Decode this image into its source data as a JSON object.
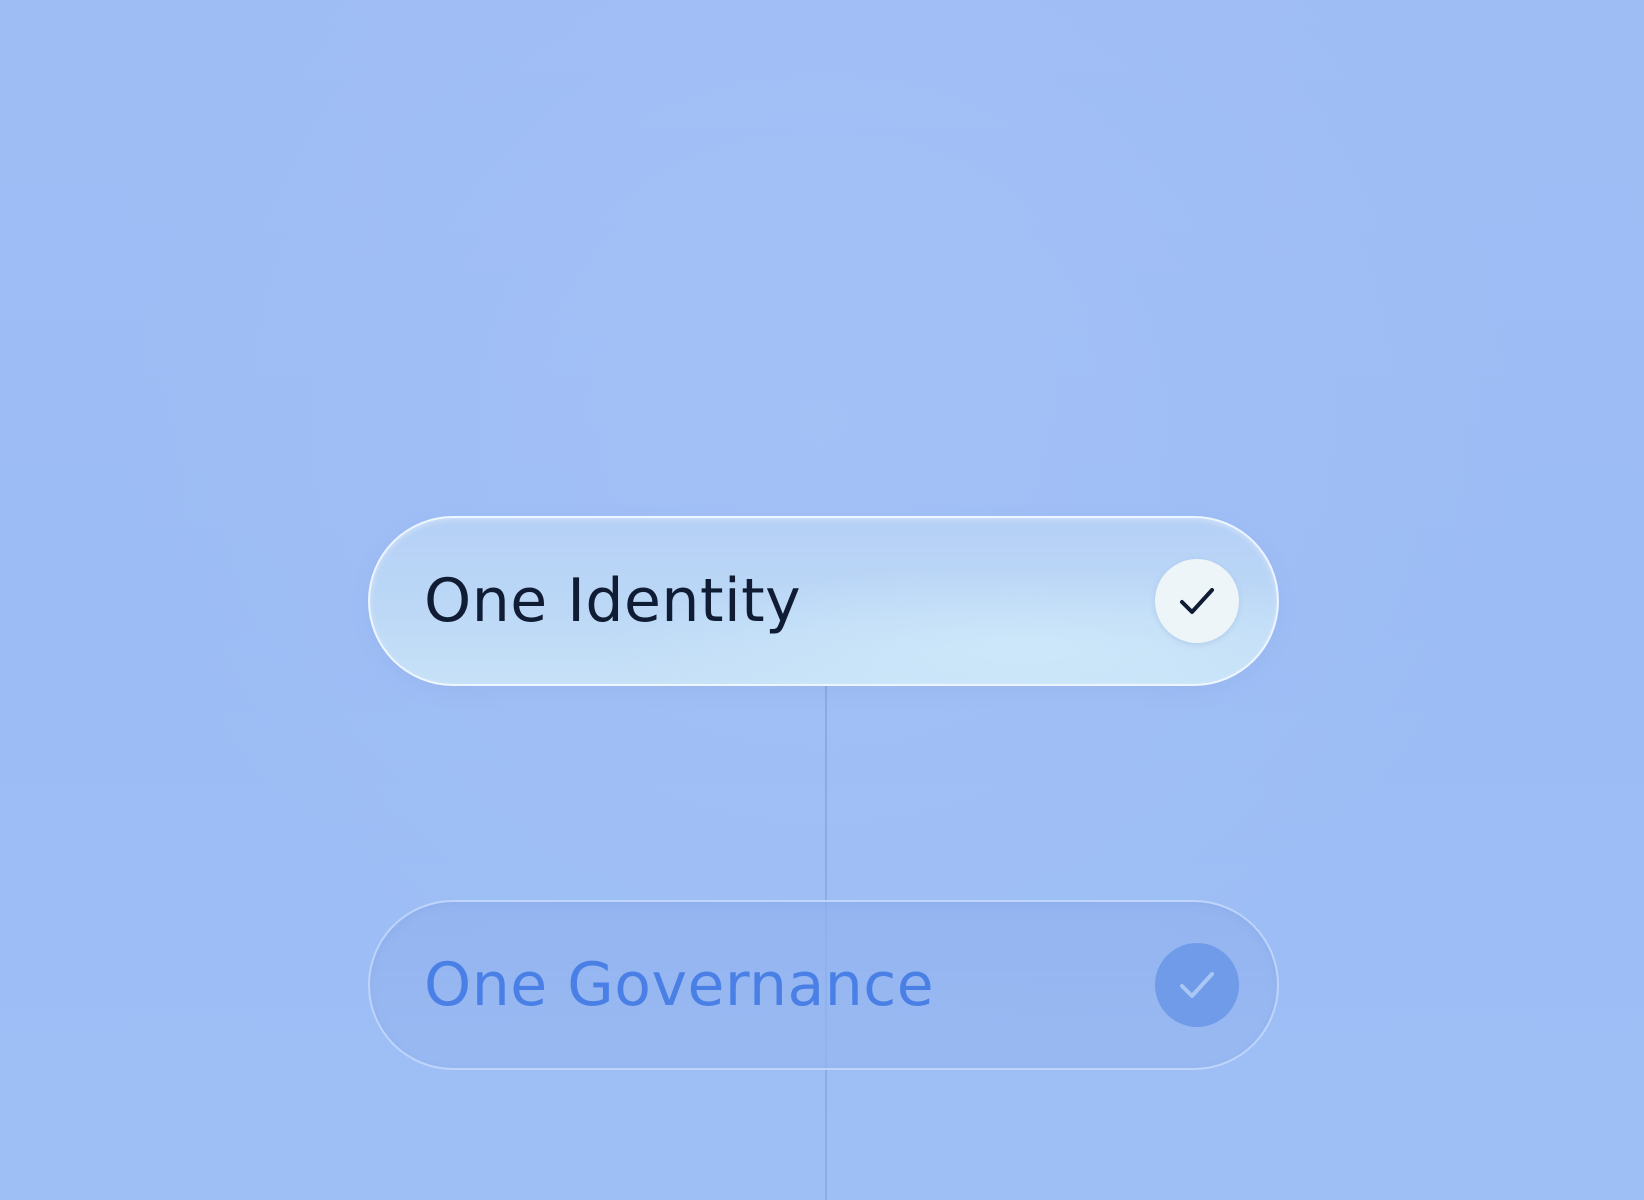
{
  "items": [
    {
      "label": "One Identity",
      "state": "active",
      "icon": "checkmark-icon"
    },
    {
      "label": "One Governance",
      "state": "inactive",
      "icon": "checkmark-icon"
    }
  ],
  "colors": {
    "background": "#9dbdf6",
    "active_text": "#0f1c33",
    "inactive_text": "#4a80e6",
    "active_check_bg": "#eef5f9",
    "inactive_check_bg": "#6f9be8"
  }
}
